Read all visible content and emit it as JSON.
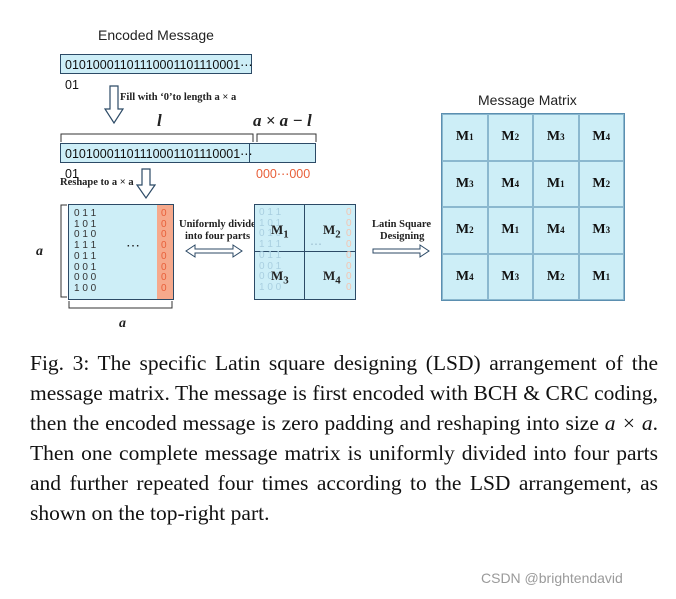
{
  "encoded": {
    "title": "Encoded Message",
    "bits": "01010001101110001101110001⋯01"
  },
  "fill_step": {
    "label": "Fill with ‘0’to length a × a"
  },
  "padded": {
    "l_label": "l",
    "axa_label": "a × a − l",
    "bits": "01010001101110001101110001⋯01",
    "zeros": "000⋯000"
  },
  "reshape_step": {
    "label": "Reshape to a × a"
  },
  "matrix": {
    "left_label": "a",
    "bottom_label": "a",
    "rows": [
      "0 1 1",
      "1 0 1",
      "0 1 0",
      "1 1 1",
      "0 1 1",
      "0 0 1",
      "0 0 0",
      "1 0 0"
    ],
    "ellipsis": "⋯",
    "zero_col": [
      "0",
      "0",
      "0",
      "0",
      "0",
      "0",
      "0",
      "0"
    ]
  },
  "divide_step": {
    "line1": "Uniformly divide",
    "line2": "into four parts"
  },
  "quadrants": {
    "labels": [
      "M1",
      "M2",
      "M3",
      "M4"
    ],
    "ellipsis": "⋯"
  },
  "latin_step": {
    "line1": "Latin Square",
    "line2": "Designing"
  },
  "message_matrix": {
    "title": "Message Matrix",
    "grid": [
      [
        "1",
        "2",
        "3",
        "4"
      ],
      [
        "3",
        "4",
        "1",
        "2"
      ],
      [
        "2",
        "1",
        "4",
        "3"
      ],
      [
        "4",
        "3",
        "2",
        "1"
      ]
    ]
  },
  "caption": {
    "text": "Fig. 3: The specific Latin square designing (LSD) arrangement of the message matrix. The message is first encoded with BCH & CRC coding, then the encoded message is zero padding and reshaping into size a × a. Then one complete message matrix is uniformly divided into four parts and further repeated four times according to the LSD arrangement, as shown on the top-right part."
  },
  "watermark": "CSDN @brightendavid"
}
